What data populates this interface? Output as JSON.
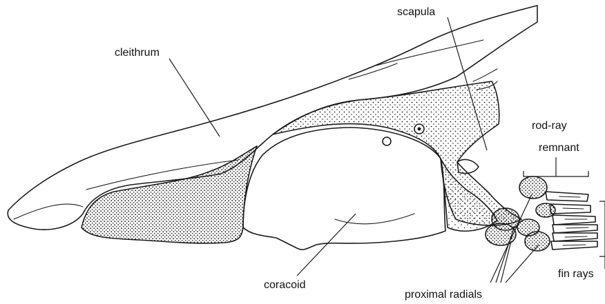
{
  "labels": {
    "cleithrum": "cleithrum",
    "scapula": "scapula",
    "rod_ray": "rod-ray",
    "remnant": "remnant",
    "coracoid": "coracoid",
    "proximal_radials": "proximal radials",
    "fin_rays": "fin rays"
  },
  "colors": {
    "ink": "#1a1a1a",
    "paper": "#ffffff"
  }
}
